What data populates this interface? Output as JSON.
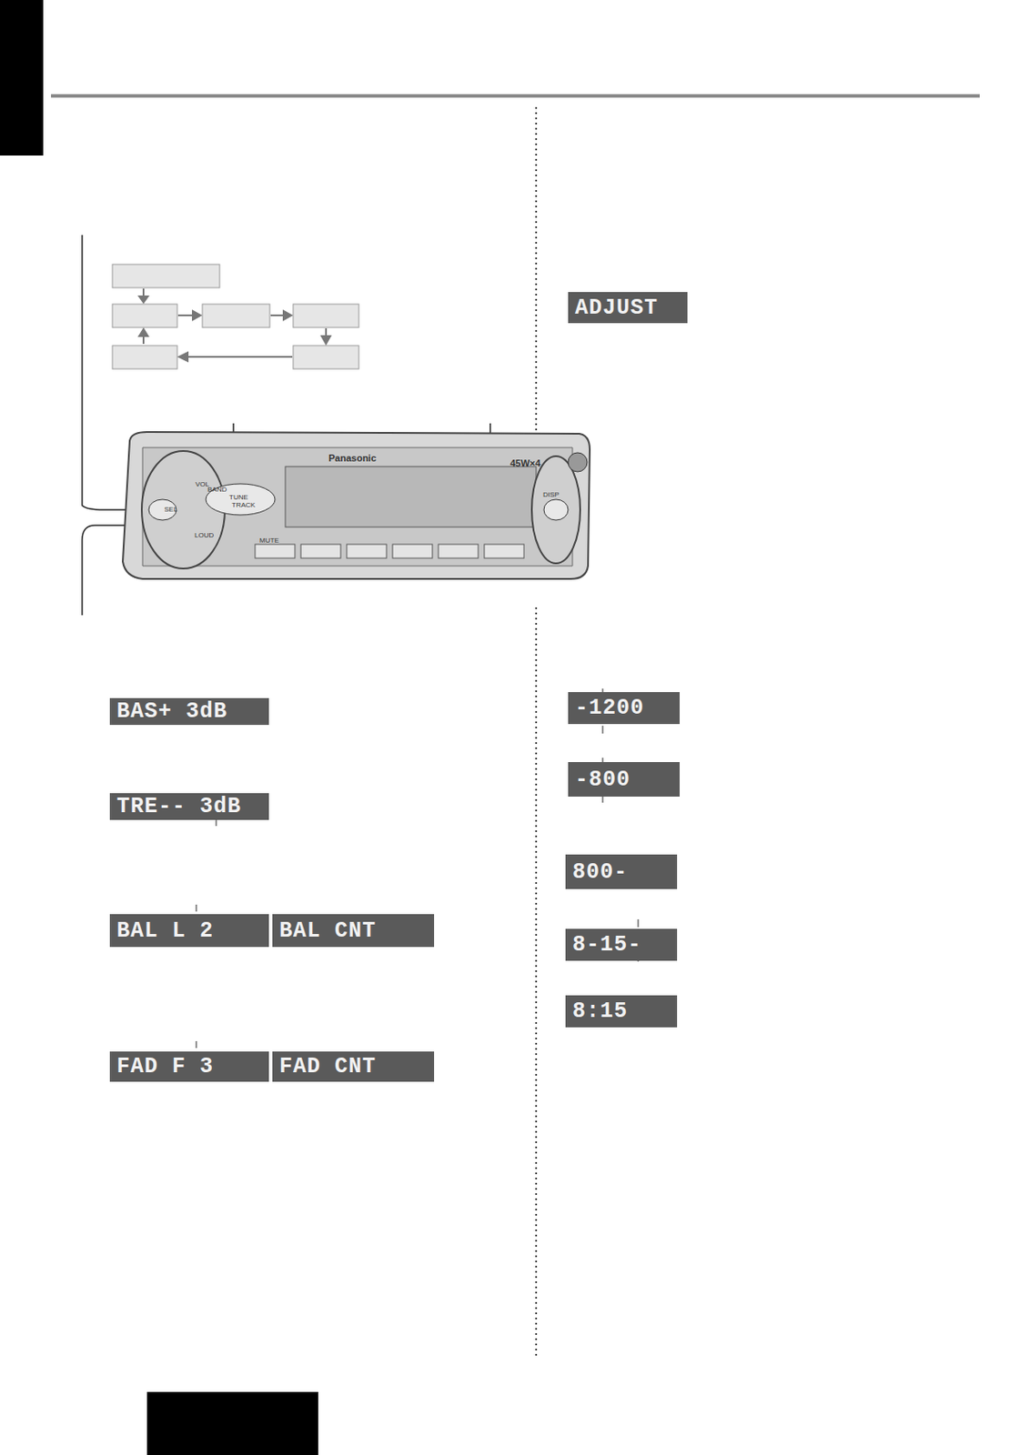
{
  "diagram": {
    "nodes": [
      {
        "text": [
          "ADJUST"
        ]
      },
      {
        "text": [
          "BAS+ 3dB"
        ]
      },
      {
        "text": [
          "TRE-- 3dB"
        ]
      },
      {
        "text": [
          "BAL L 2"
        ]
      },
      {
        "text": [
          "BAL CNT"
        ]
      },
      {
        "text": [
          "FAD F 3"
        ]
      },
      {
        "text": [
          "FAD CNT"
        ]
      },
      {
        "text": [
          "-1200"
        ]
      },
      {
        "text": [
          "-800"
        ]
      },
      {
        "text": [
          "800-"
        ]
      },
      {
        "text": [
          "8-15-"
        ]
      },
      {
        "text": [
          "8:15"
        ]
      }
    ],
    "labels": [
      "Panasonic",
      "45W×4",
      "VOL",
      "BAND",
      "SEL",
      "TUNE",
      "TRACK",
      "LOUD",
      "DISP",
      "MUTE"
    ]
  }
}
